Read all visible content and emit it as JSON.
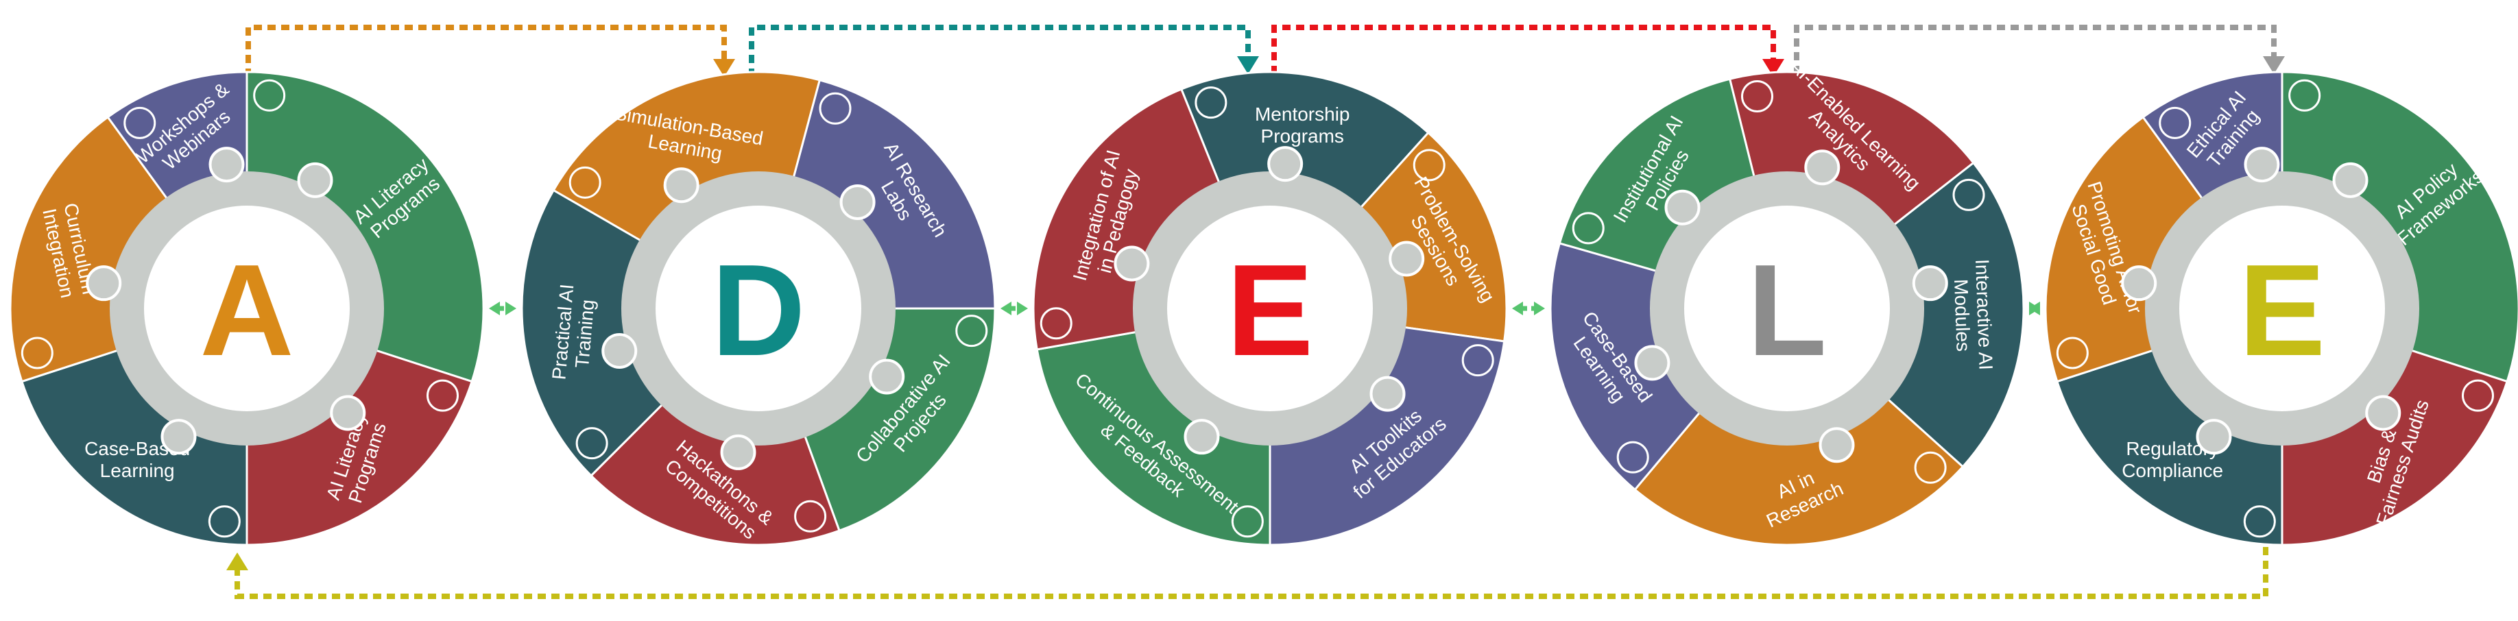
{
  "colors": {
    "purple": "#5b5e93",
    "green": "#3c8d5c",
    "red": "#a4363b",
    "teal": "#2e5a62",
    "orange": "#cf7d1f",
    "ring": "#c8ccc9",
    "inner": "#ffffff",
    "connector_green": "#56c46e"
  },
  "wheels": [
    {
      "letter": "A",
      "letter_color": "#d98a18",
      "segments": [
        {
          "label": "AI Literacy Programs",
          "color": "#3c8d5c"
        },
        {
          "label": "AI Literacy Programs",
          "color": "#a4363b"
        },
        {
          "label": "Case-Based Learning",
          "color": "#2e5a62"
        },
        {
          "label": "Curriculum Integration",
          "color": "#cf7d1f"
        },
        {
          "label": "Workshops & Webinars",
          "color": "#5b5e93"
        }
      ]
    },
    {
      "letter": "D",
      "letter_color": "#0f8a86",
      "segments": [
        {
          "label": "AI Research Labs",
          "color": "#5b5e93"
        },
        {
          "label": "Collaborative AI Projects",
          "color": "#3c8d5c"
        },
        {
          "label": "Hackathons & Competitions",
          "color": "#a4363b"
        },
        {
          "label": "Practical AI Training",
          "color": "#2e5a62"
        },
        {
          "label": "Simulation-Based Learning",
          "color": "#cf7d1f"
        }
      ]
    },
    {
      "letter": "E",
      "letter_color": "#e8141b",
      "segments": [
        {
          "label": "Mentorship Programs",
          "color": "#2e5a62"
        },
        {
          "label": "Problem-Solving Sessions",
          "color": "#cf7d1f"
        },
        {
          "label": "AI Toolkits for Educators",
          "color": "#5b5e93"
        },
        {
          "label": "Continuous Assessment & Feedback",
          "color": "#3c8d5c"
        },
        {
          "label": "Integration of AI in Pedagogy",
          "color": "#a4363b"
        }
      ]
    },
    {
      "letter": "L",
      "letter_color": "#8c8c8c",
      "segments": [
        {
          "label": "AI-Enabled Learning Analytics",
          "color": "#a4363b"
        },
        {
          "label": "Interactive AI Modules",
          "color": "#2e5a62"
        },
        {
          "label": "AI in Research",
          "color": "#cf7d1f"
        },
        {
          "label": "Case-Based Learning",
          "color": "#5b5e93"
        },
        {
          "label": "Institutional AI Policies",
          "color": "#3c8d5c"
        }
      ]
    },
    {
      "letter": "E",
      "letter_color": "#c5bd16",
      "segments": [
        {
          "label": "AI Policy Frameworks",
          "color": "#3c8d5c"
        },
        {
          "label": "Bias & Fairness Audits",
          "color": "#a4363b"
        },
        {
          "label": "Regulatory Compliance",
          "color": "#2e5a62"
        },
        {
          "label": "Promoting AI for Social Good",
          "color": "#cf7d1f"
        },
        {
          "label": "Ethical AI Training",
          "color": "#5b5e93"
        }
      ]
    }
  ],
  "flow_arrows": [
    {
      "name": "a-to-d",
      "color": "#d98a18"
    },
    {
      "name": "d-to-e",
      "color": "#0f8a86"
    },
    {
      "name": "e-to-l",
      "color": "#e8141b"
    },
    {
      "name": "l-to-e",
      "color": "#9a9a9a"
    },
    {
      "name": "e-to-a",
      "color": "#c5bd16"
    }
  ]
}
